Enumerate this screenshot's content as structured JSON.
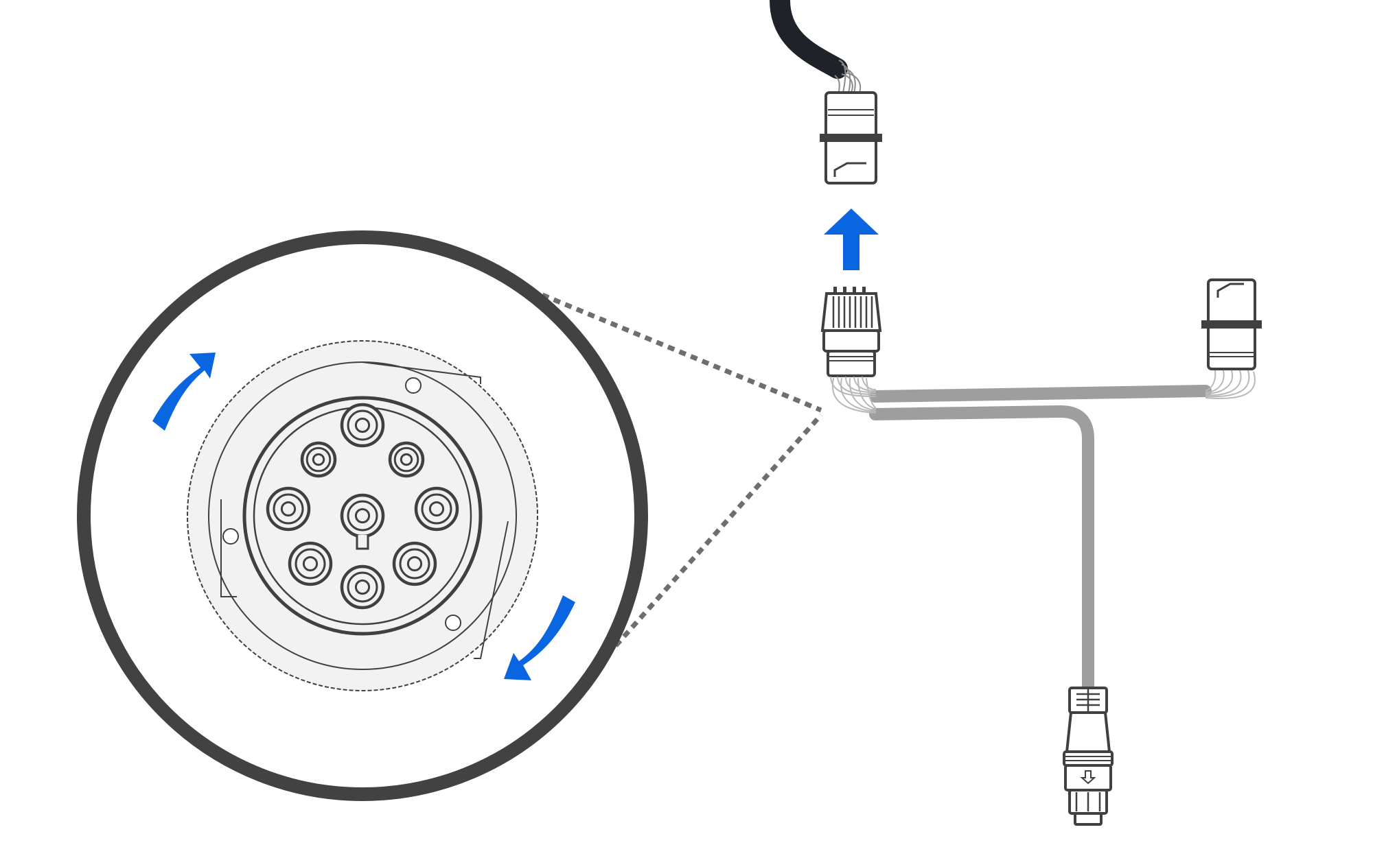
{
  "diagram": {
    "kind": "cable-connection-illustration",
    "colors": {
      "background": "#ffffff",
      "outline": "#404040",
      "magnifier_ring": "#424242",
      "dotted_leader": "#6e6e6e",
      "face_fill": "#f2f2f2",
      "harness_cable": "#9e9e9e",
      "harness_wires": "#b8b8b8",
      "vehicle_cable": "#1f2329",
      "accent_arrow": "#0a66e0"
    },
    "icons": [
      "connect-direction-arrow-icon",
      "rotate-clockwise-arrow-icon",
      "rotate-counterclockwise-arrow-icon",
      "connector-face-pin-icon"
    ],
    "connector_face": {
      "pin_count": 9,
      "key_slot": true
    },
    "callout": {
      "shows": "round-connector-pin-face"
    }
  }
}
